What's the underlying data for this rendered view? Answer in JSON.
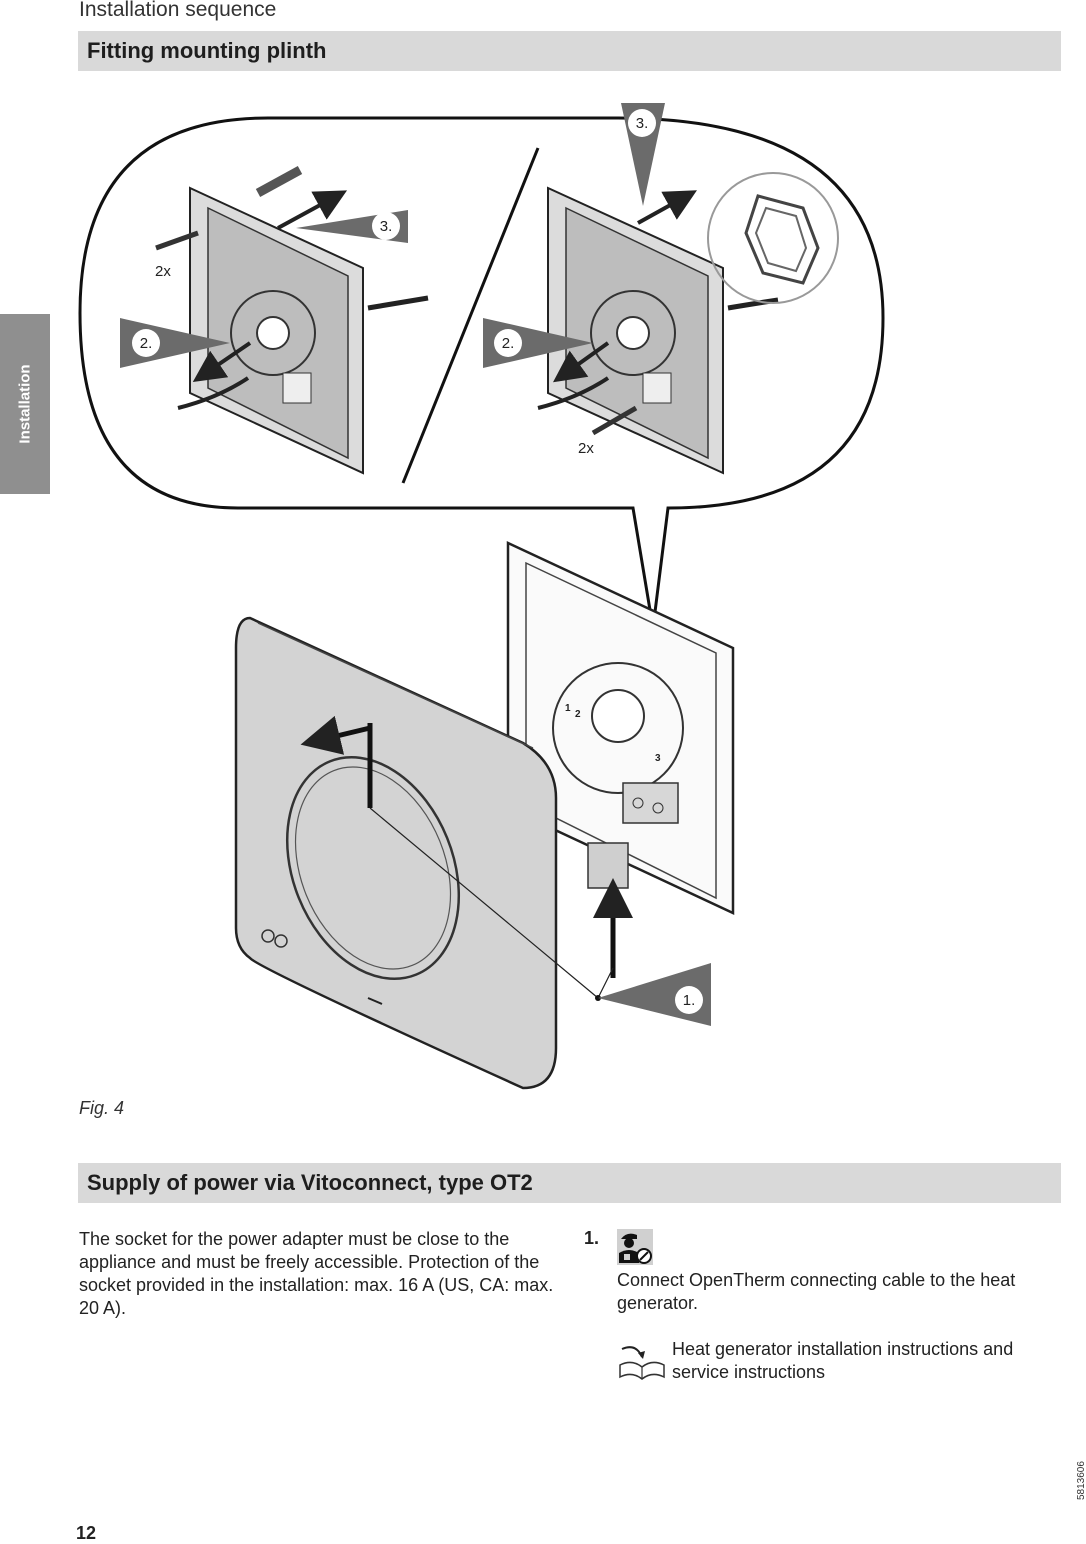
{
  "header": {
    "running_title": "Installation sequence"
  },
  "side_tab": {
    "label": "Installation"
  },
  "section1": {
    "title": "Fitting mounting plinth"
  },
  "figure": {
    "caption": "Fig. 4",
    "callouts": {
      "step1": "1.",
      "step2": "2.",
      "step3": "3."
    },
    "quantity_label": "2x",
    "terminal_labels": [
      "1",
      "2",
      "3"
    ]
  },
  "section2": {
    "title": "Supply of power via Vitoconnect, type OT2"
  },
  "body": {
    "paragraph": "The socket for the power adapter must be close to the appliance and must be freely accessible. Protection of the socket provided in the installation: max. 16 A (US, CA: max. 20 A).",
    "step": {
      "number": "1.",
      "icon": "service-engineer-icon",
      "text": "Connect OpenTherm connecting cable to the heat generator.",
      "reference_icon": "manual-book-icon",
      "reference": "Heat generator installation instructions and service instructions"
    }
  },
  "footer": {
    "page_number": "12",
    "document_code": "5813606"
  },
  "colors": {
    "section_bar": "#d9d9d9",
    "side_tab": "#8f8f8f",
    "callout": "#6b6b6b"
  }
}
